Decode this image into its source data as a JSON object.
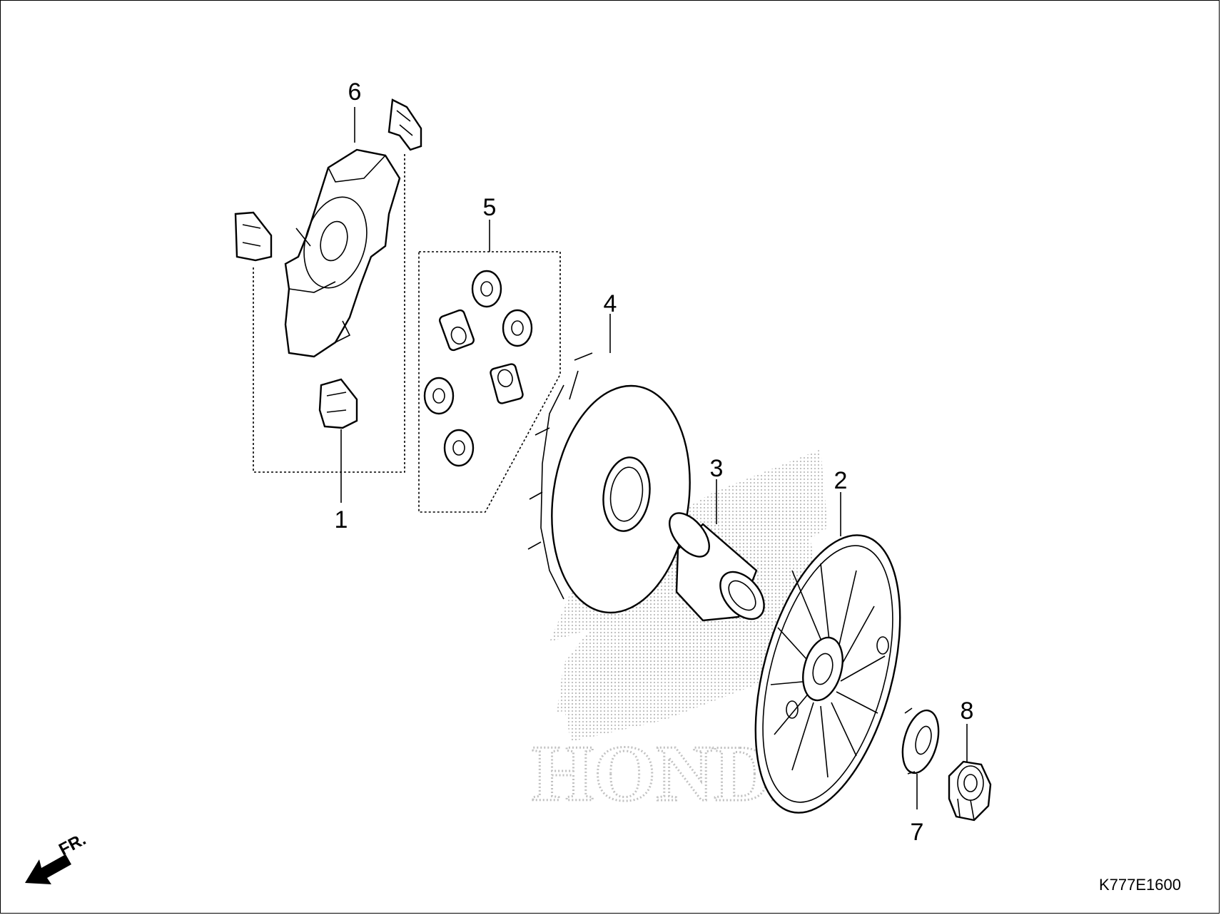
{
  "diagram": {
    "code": "K777E1600",
    "front_marker": "FR.",
    "watermark_text": "HONDA",
    "callouts": [
      {
        "key": "c1",
        "label": "1"
      },
      {
        "key": "c2",
        "label": "2"
      },
      {
        "key": "c3",
        "label": "3"
      },
      {
        "key": "c4",
        "label": "4"
      },
      {
        "key": "c5",
        "label": "5"
      },
      {
        "key": "c6",
        "label": "6"
      },
      {
        "key": "c7",
        "label": "7"
      },
      {
        "key": "c8",
        "label": "8"
      }
    ]
  }
}
